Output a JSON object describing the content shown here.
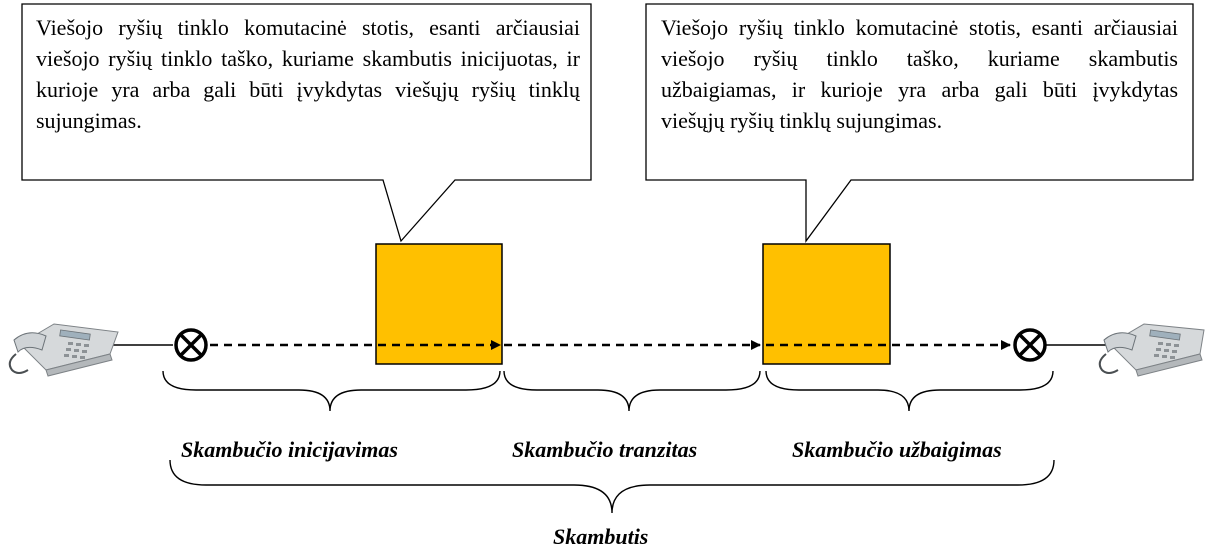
{
  "callouts": {
    "left_text": "Viešojo ryšių tinklo komutacinė stotis, esanti arčiausiai viešojo ryšių tinklo taško, kuriame skambutis inicijuotas, ir kurioje yra arba gali būti įvykdytas viešųjų ryšių tinklų sujungimas.",
    "right_text": "Viešojo ryšių tinklo komutacinė stotis, esanti arčiausiai viešojo ryšių tinklo taško, kuriame skambutis užbaigiamas, ir kurioje yra arba gali būti įvykdytas viešųjų ryšių tinklų sujungimas."
  },
  "segments": {
    "origination": "Skambučio inicijavimas",
    "transit": "Skambučio tranzitas",
    "termination": "Skambučio užbaigimas"
  },
  "overall": "Skambutis",
  "colors": {
    "switch_fill": "#FFC000",
    "line": "#000000",
    "phone_body": "#D6D9DB"
  },
  "icons": {
    "endpoint": "circled-x-icon",
    "phone": "desk-telephone-icon"
  }
}
